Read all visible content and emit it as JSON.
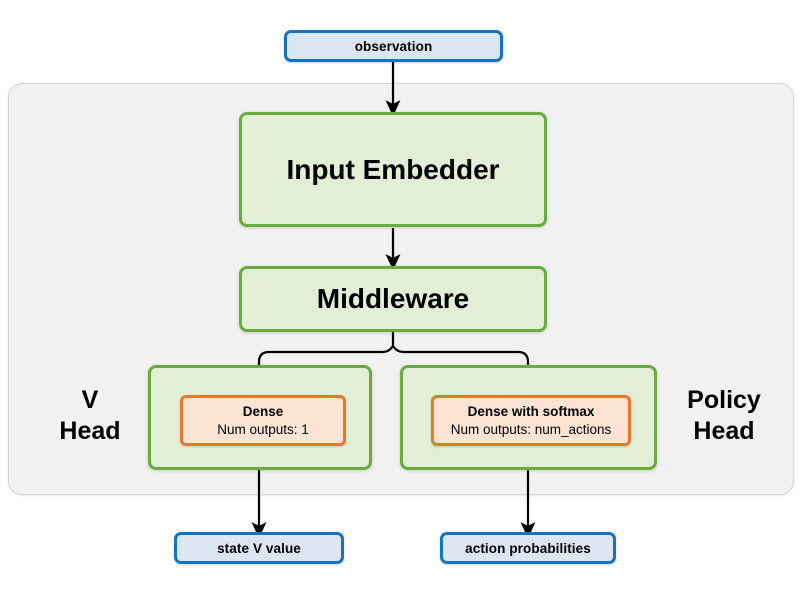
{
  "diagram": {
    "title_nodes": {
      "observation": "observation",
      "input_embedder": "Input Embedder",
      "middleware": "Middleware",
      "state_v_value": "state V value",
      "action_probabilities": "action probabilities"
    },
    "heads": {
      "v_head_label": "V\nHead",
      "v_head_label_line1": "V",
      "v_head_label_line2": "Head",
      "policy_head_label_line1": "Policy",
      "policy_head_label_line2": "Head",
      "v_head_dense": {
        "title": "Dense",
        "subtitle": "Num outputs: 1"
      },
      "policy_head_dense": {
        "title": "Dense with softmax",
        "subtitle": "Num outputs: num_actions"
      }
    },
    "colors": {
      "panel_bg": "#f1f1f1",
      "panel_border": "#d6d6d6",
      "io_fill": "#dce6f2",
      "io_border": "#1274c3",
      "module_fill": "#e2eed6",
      "module_border": "#6aac3f",
      "dense_fill": "#fbe4d3",
      "dense_border": "#e8792c",
      "wire": "#000000",
      "text": "#000000"
    }
  }
}
